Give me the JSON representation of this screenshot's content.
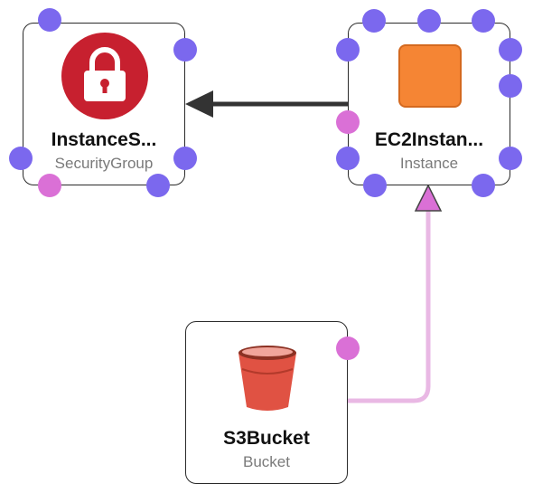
{
  "colors": {
    "port_default": "#7b68ee",
    "port_link": "#da70d6",
    "edge_dependency": "#333333",
    "edge_reference": "#e9b8e4",
    "security_group_icon": "#c7202f",
    "instance_icon": "#f58534",
    "bucket_icon": "#e05243"
  },
  "nodes": {
    "security_group": {
      "title": "InstanceS...",
      "subtitle": "SecurityGroup",
      "icon": "padlock-icon"
    },
    "ec2_instance": {
      "title": "EC2Instan...",
      "subtitle": "Instance",
      "icon": "ec2-instance-icon"
    },
    "s3_bucket": {
      "title": "S3Bucket",
      "subtitle": "Bucket",
      "icon": "bucket-icon"
    }
  }
}
